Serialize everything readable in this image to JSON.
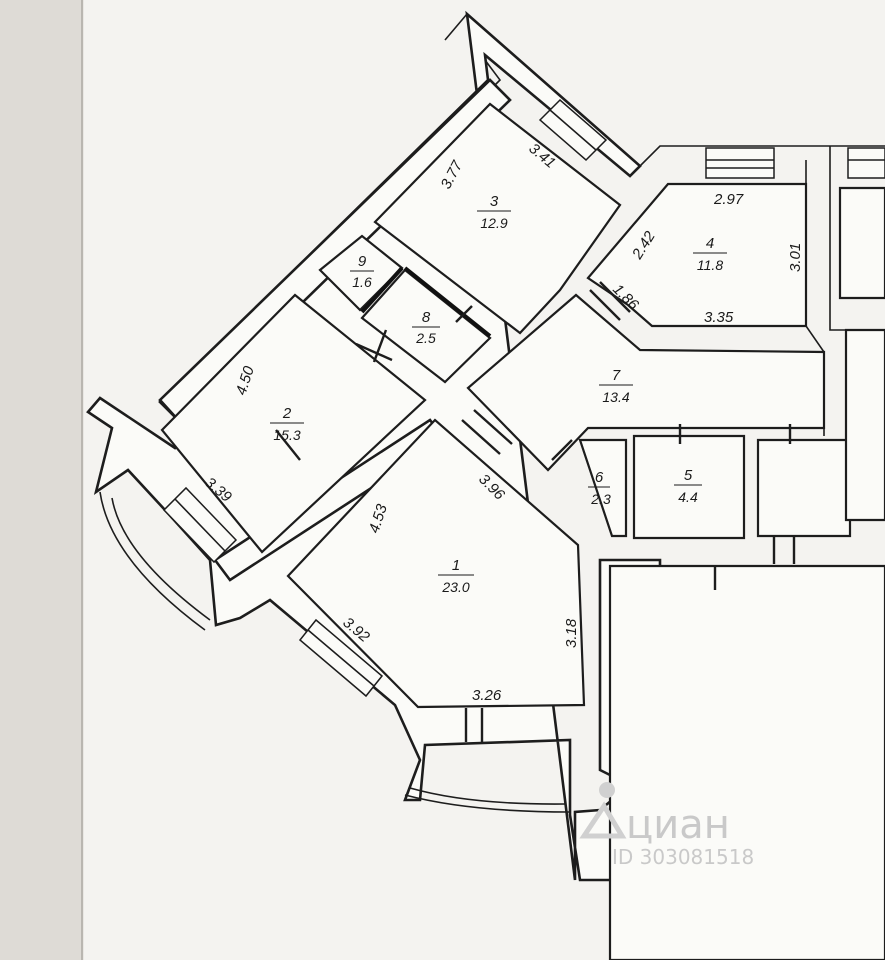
{
  "rooms": [
    {
      "id": "1",
      "area": "23.0"
    },
    {
      "id": "2",
      "area": "15.3"
    },
    {
      "id": "3",
      "area": "12.9"
    },
    {
      "id": "4",
      "area": "11.8"
    },
    {
      "id": "5",
      "area": "4.4"
    },
    {
      "id": "6",
      "area": "2.3"
    },
    {
      "id": "7",
      "area": "13.4"
    },
    {
      "id": "8",
      "area": "2.5"
    },
    {
      "id": "9",
      "area": "1.6"
    }
  ],
  "dimensions": {
    "r3_top_left": "3.77",
    "r3_top_right": "3.41",
    "r4_top": "2.97",
    "r4_left": "2.42",
    "r4_right": "3.01",
    "r4_corner": "1.86",
    "r4_bottom": "3.35",
    "r2_left": "4.50",
    "r2_bottom": "3.39",
    "r1_left": "4.53",
    "r1_top": "3.96",
    "r1_right": "3.18",
    "r1_bottom_left": "3.92",
    "r1_bottom": "3.26"
  },
  "watermark": {
    "brand": "циан",
    "id_text": "ID 303081518"
  }
}
